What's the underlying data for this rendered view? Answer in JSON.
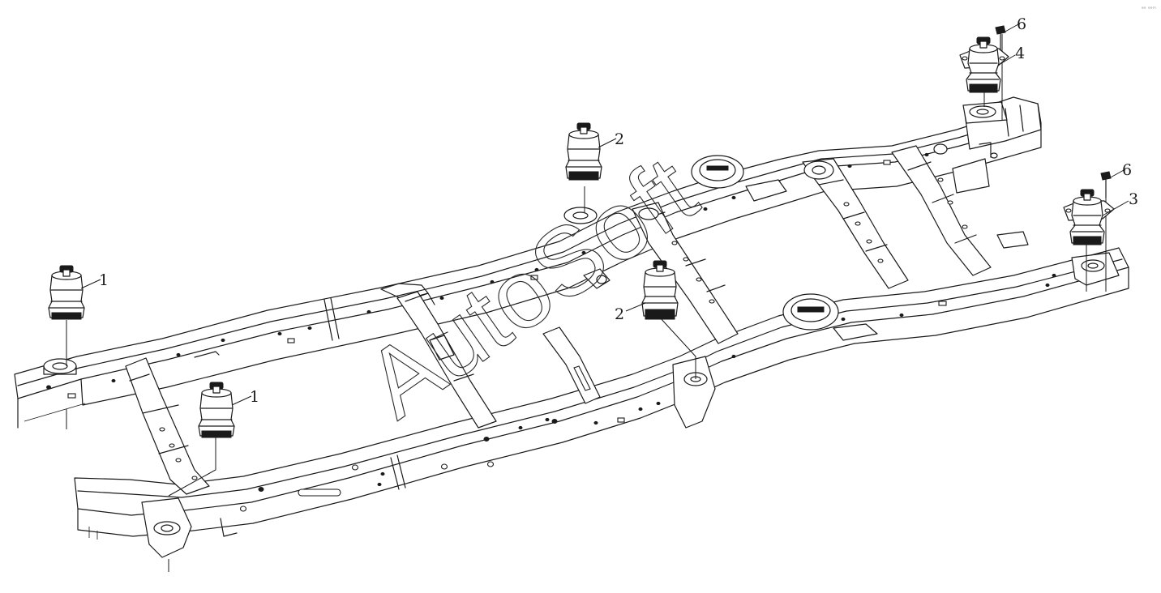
{
  "diagram": {
    "watermark": "AutoSoft",
    "corner_mark": "ᵃᵒ ᵒᵒᵐ",
    "callouts": [
      {
        "id": "c1a",
        "label": "1"
      },
      {
        "id": "c1b",
        "label": "1"
      },
      {
        "id": "c2a",
        "label": "2"
      },
      {
        "id": "c2b",
        "label": "2"
      },
      {
        "id": "c3",
        "label": "3"
      },
      {
        "id": "c4",
        "label": "4"
      },
      {
        "id": "c6a",
        "label": "6"
      },
      {
        "id": "c6b",
        "label": "6"
      }
    ]
  },
  "colors": {
    "line": "#1a1a1a",
    "background": "#ffffff"
  }
}
